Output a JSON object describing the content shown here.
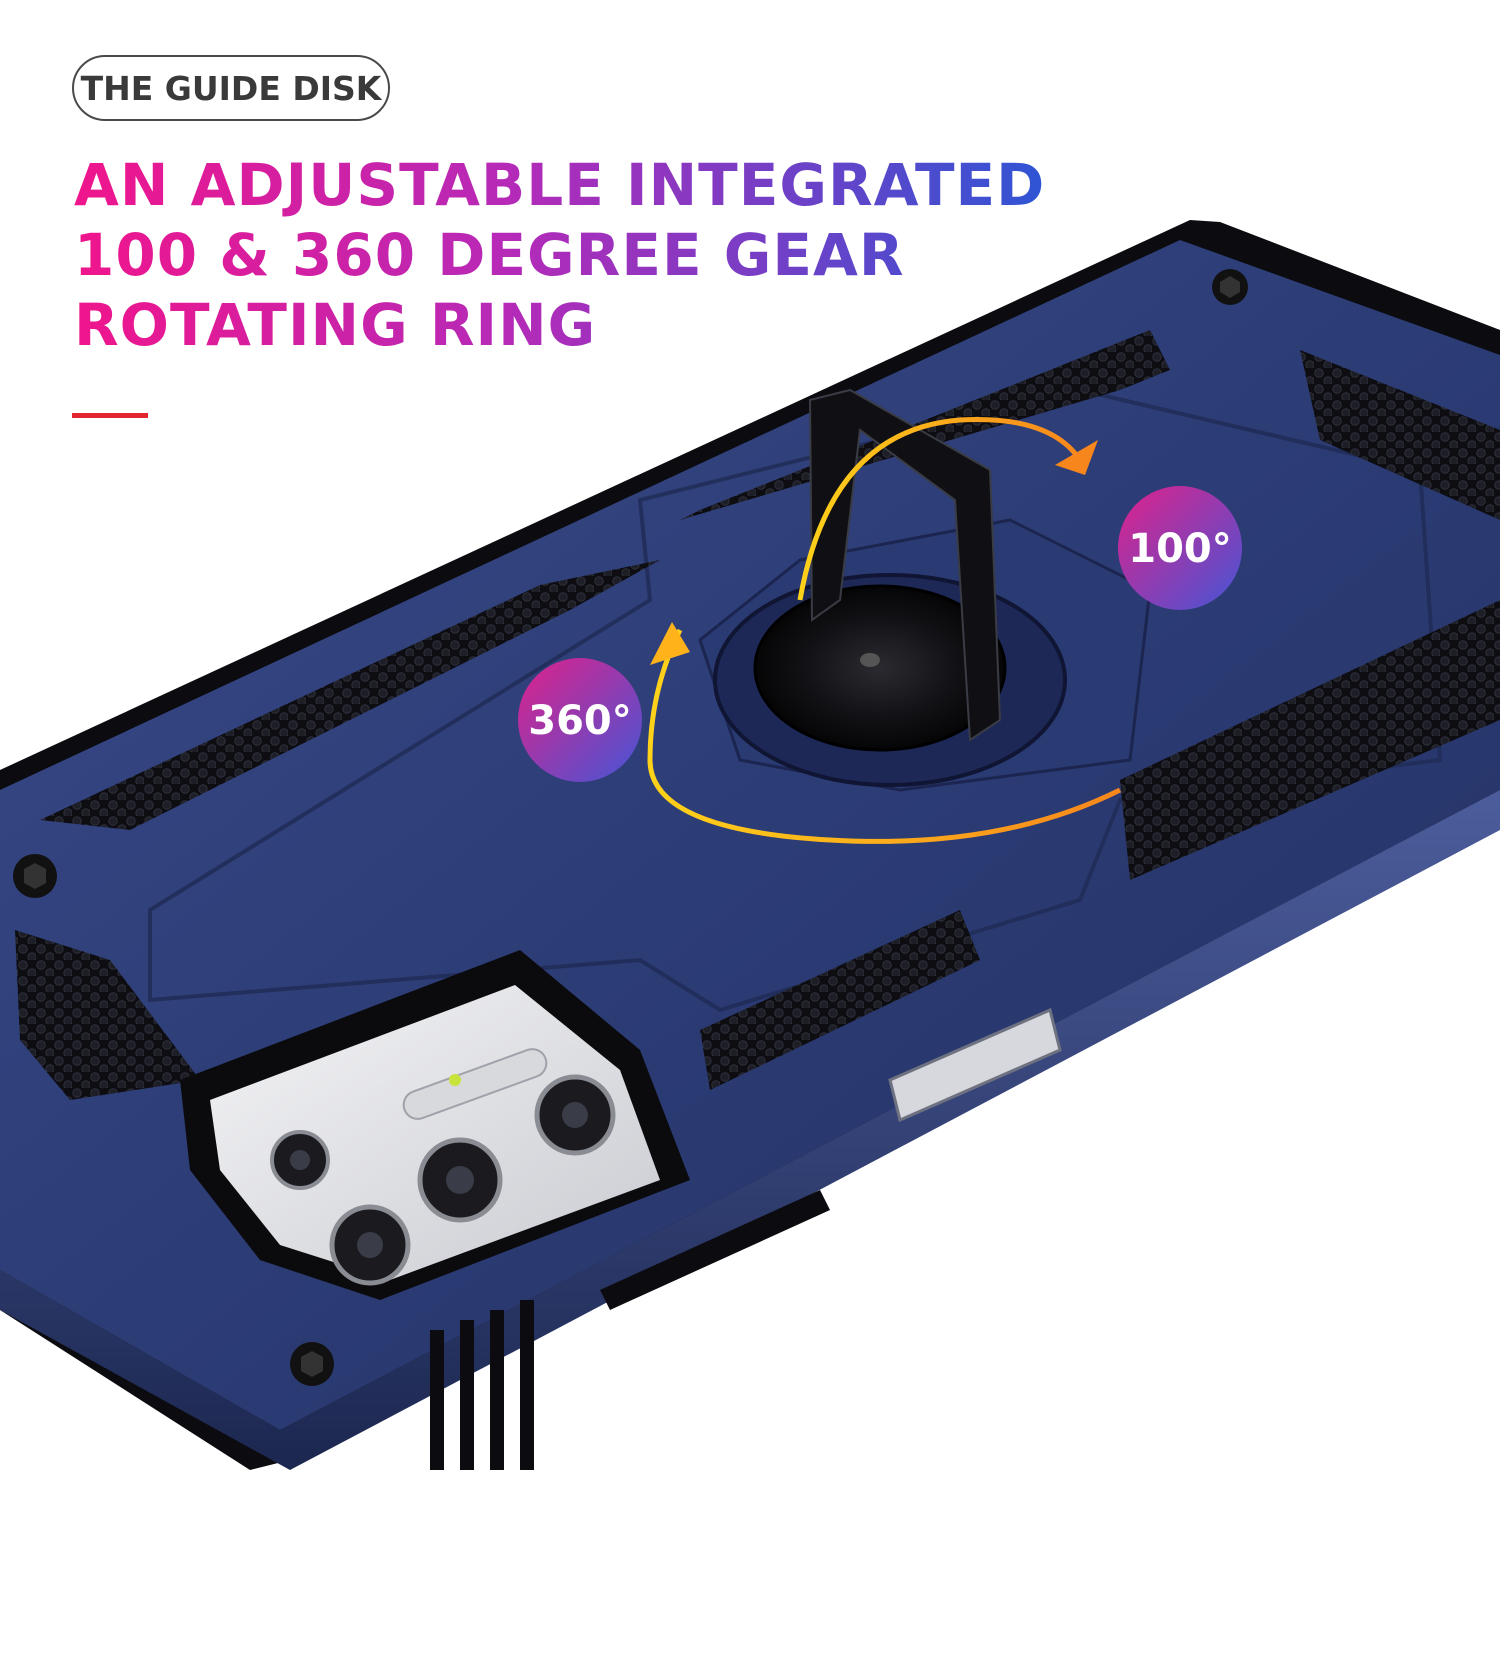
{
  "tag": "THE GUIDE DISK",
  "headline": {
    "line1": "AN ADJUSTABLE INTEGRATED",
    "line2": "100 & 360 DEGREE GEAR",
    "line3": "ROTATING RING"
  },
  "badges": {
    "small": "100°",
    "large": "360°"
  },
  "colors": {
    "case_blue": "#2c3c75",
    "headline_gradient_start": "#f0158c",
    "headline_gradient_end": "#2f55d4",
    "accent_red": "#e3262d",
    "arrow_orange": "#f7941d",
    "badge_gradient_start": "#e0218a",
    "badge_gradient_end": "#4456d6"
  }
}
